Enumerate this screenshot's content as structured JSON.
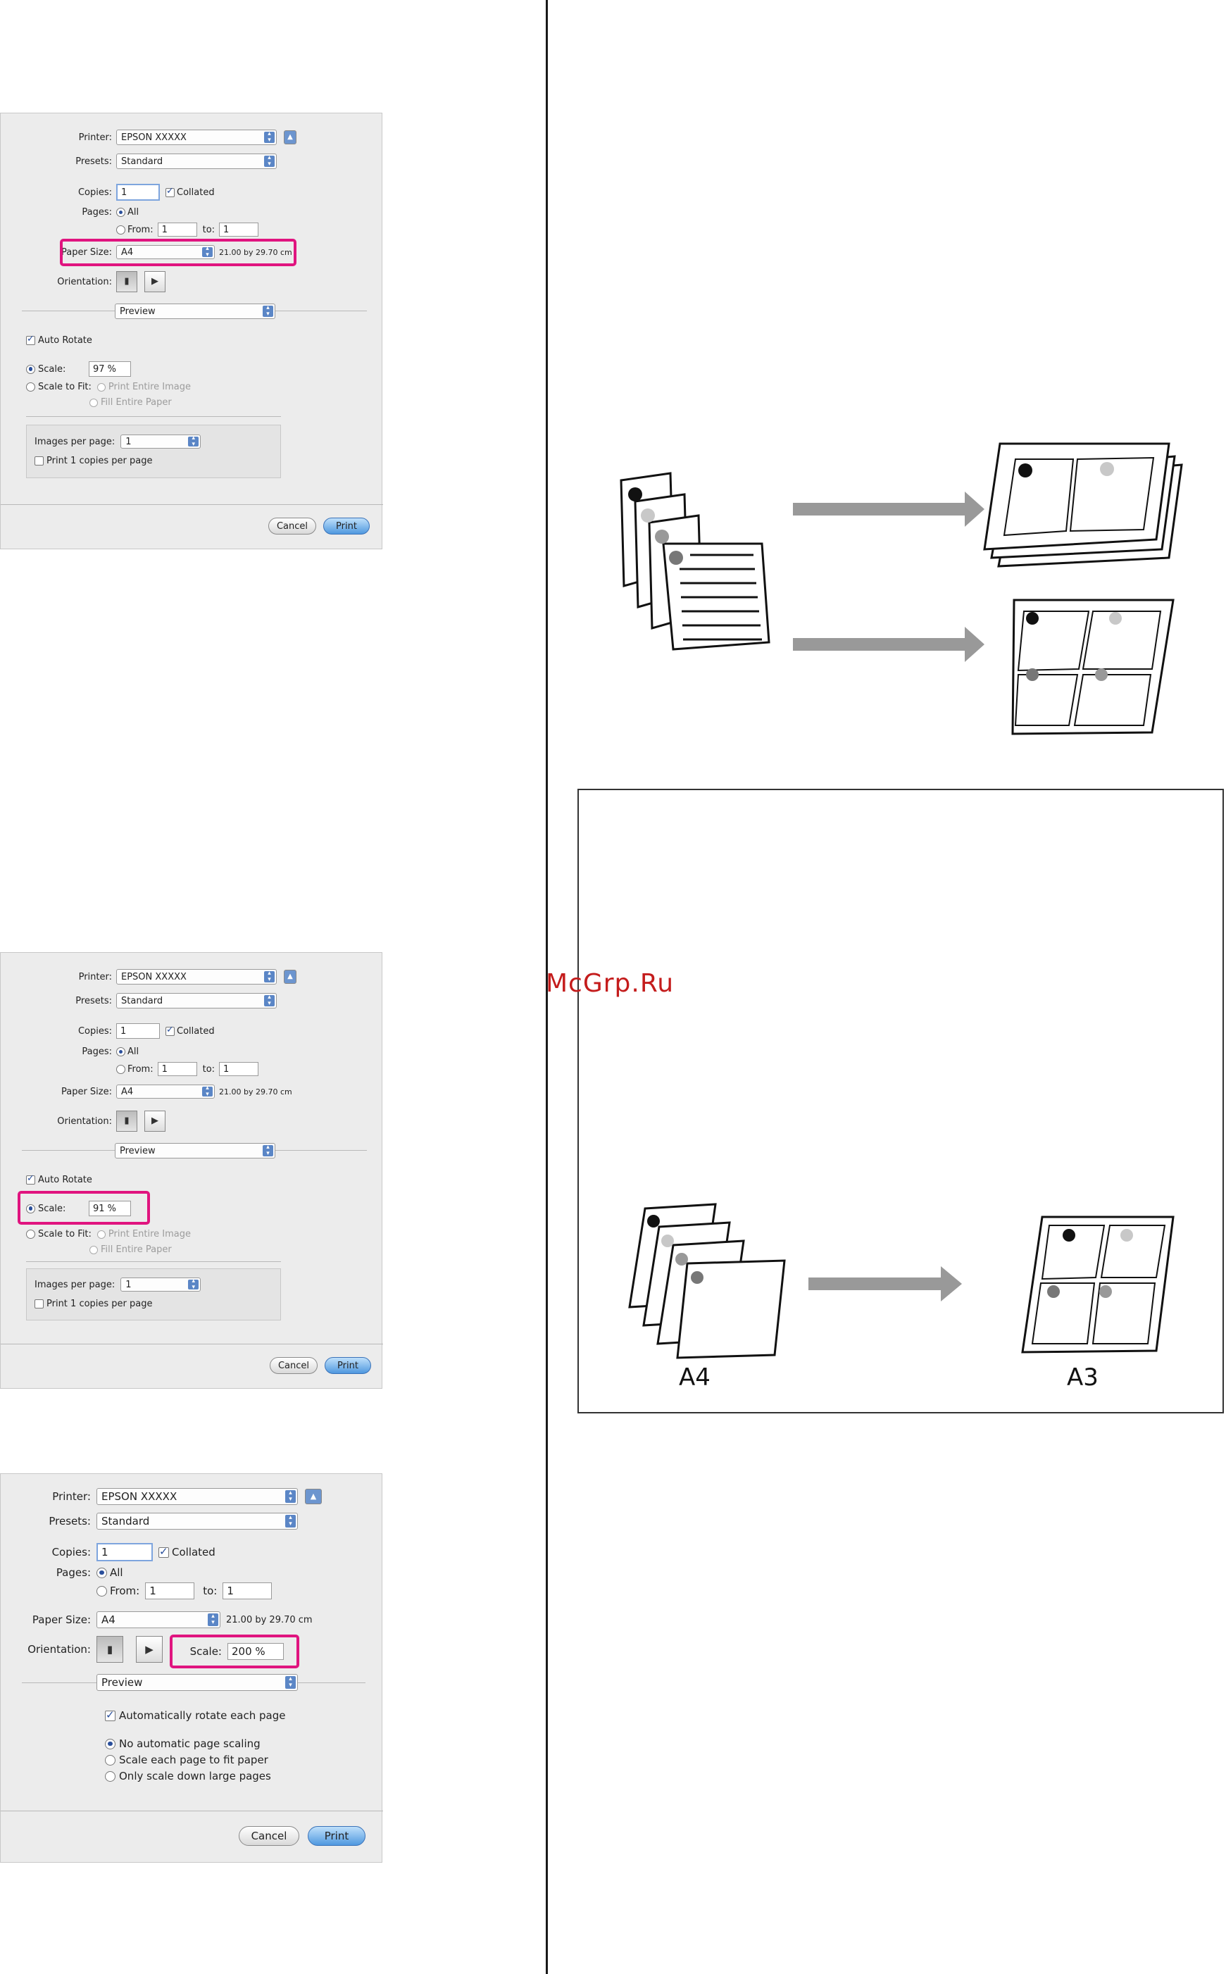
{
  "watermark": "McGrp.Ru",
  "dialog1": {
    "printer_label": "Printer:",
    "printer_value": "EPSON XXXXX",
    "presets_label": "Presets:",
    "presets_value": "Standard",
    "copies_label": "Copies:",
    "copies_value": "1",
    "collated_label": "Collated",
    "pages_label": "Pages:",
    "pages_all": "All",
    "pages_from": "From:",
    "from_value": "1",
    "to_label": "to:",
    "to_value": "1",
    "paper_size_label": "Paper Size:",
    "paper_size_value": "A4",
    "paper_dims": "21.00 by 29.70 cm",
    "orientation_label": "Orientation:",
    "panel_value": "Preview",
    "auto_rotate": "Auto Rotate",
    "scale_label": "Scale:",
    "scale_value": "97 %",
    "scale_to_fit": "Scale to Fit:",
    "print_entire_image": "Print Entire Image",
    "fill_entire_paper": "Fill Entire Paper",
    "images_per_page_label": "Images per page:",
    "images_per_page_value": "1",
    "print_copies_per_page": "Print 1 copies per page",
    "cancel": "Cancel",
    "print": "Print"
  },
  "dialog2": {
    "printer_label": "Printer:",
    "printer_value": "EPSON XXXXX",
    "presets_label": "Presets:",
    "presets_value": "Standard",
    "copies_label": "Copies:",
    "copies_value": "1",
    "collated_label": "Collated",
    "pages_label": "Pages:",
    "pages_all": "All",
    "pages_from": "From:",
    "from_value": "1",
    "to_label": "to:",
    "to_value": "1",
    "paper_size_label": "Paper Size:",
    "paper_size_value": "A4",
    "paper_dims": "21.00 by 29.70 cm",
    "orientation_label": "Orientation:",
    "panel_value": "Preview",
    "auto_rotate": "Auto Rotate",
    "scale_label": "Scale:",
    "scale_value": "91 %",
    "scale_to_fit": "Scale to Fit:",
    "print_entire_image": "Print Entire Image",
    "fill_entire_paper": "Fill Entire Paper",
    "images_per_page_label": "Images per page:",
    "images_per_page_value": "1",
    "print_copies_per_page": "Print 1 copies per page",
    "cancel": "Cancel",
    "print": "Print"
  },
  "dialog3": {
    "printer_label": "Printer:",
    "printer_value": "EPSON XXXXX",
    "presets_label": "Presets:",
    "presets_value": "Standard",
    "copies_label": "Copies:",
    "copies_value": "1",
    "collated_label": "Collated",
    "pages_label": "Pages:",
    "pages_all": "All",
    "pages_from": "From:",
    "from_value": "1",
    "to_label": "to:",
    "to_value": "1",
    "paper_size_label": "Paper Size:",
    "paper_size_value": "A4",
    "paper_dims": "21.00 by 29.70 cm",
    "orientation_label": "Orientation:",
    "scale_label": "Scale:",
    "scale_value": "200 %",
    "panel_value": "Preview",
    "auto_rotate_each": "Automatically rotate each page",
    "no_scaling": "No automatic page scaling",
    "scale_each": "Scale each page to fit paper",
    "scale_down": "Only scale down large pages",
    "cancel": "Cancel",
    "print": "Print"
  },
  "figure_box": {
    "source_label": "A4",
    "target_label": "A3"
  }
}
